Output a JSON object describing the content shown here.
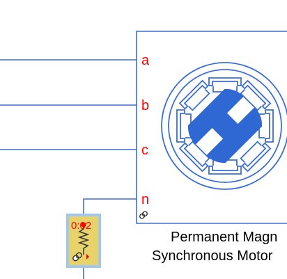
{
  "diagram": {
    "motor_block": {
      "ports": {
        "a": "a",
        "b": "b",
        "c": "c",
        "n": "n"
      },
      "caption_line1": "Permanent Magn",
      "caption_line2": "Synchronous Motor"
    },
    "resistor_block": {
      "value_label": "0:02"
    },
    "colors": {
      "wire": "#3b6fd2",
      "port_text": "#ff0000",
      "resistor_fill": "#e8d36b",
      "resistor_border": "#9fc7ef",
      "rotor": "#2f67d3"
    },
    "icons": {
      "motor_link": "link-icon",
      "resistor_link": "link-icon"
    }
  }
}
